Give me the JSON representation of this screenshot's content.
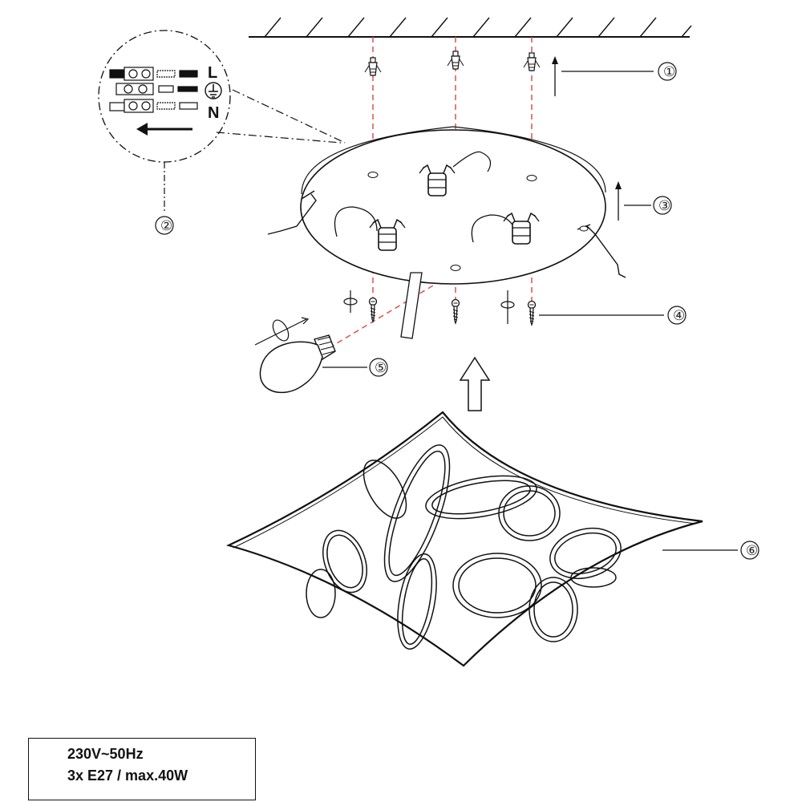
{
  "diagram": {
    "callouts": [
      "①",
      "②",
      "③",
      "④",
      "⑤",
      "⑥"
    ],
    "wiring_inset": {
      "live_label": "L",
      "neutral_label": "N"
    },
    "spec": {
      "voltage": "230V~50Hz",
      "lamps": "3x E27 / max.40W"
    },
    "colors": {
      "line": "#111111",
      "guide": "#d9534f"
    }
  }
}
